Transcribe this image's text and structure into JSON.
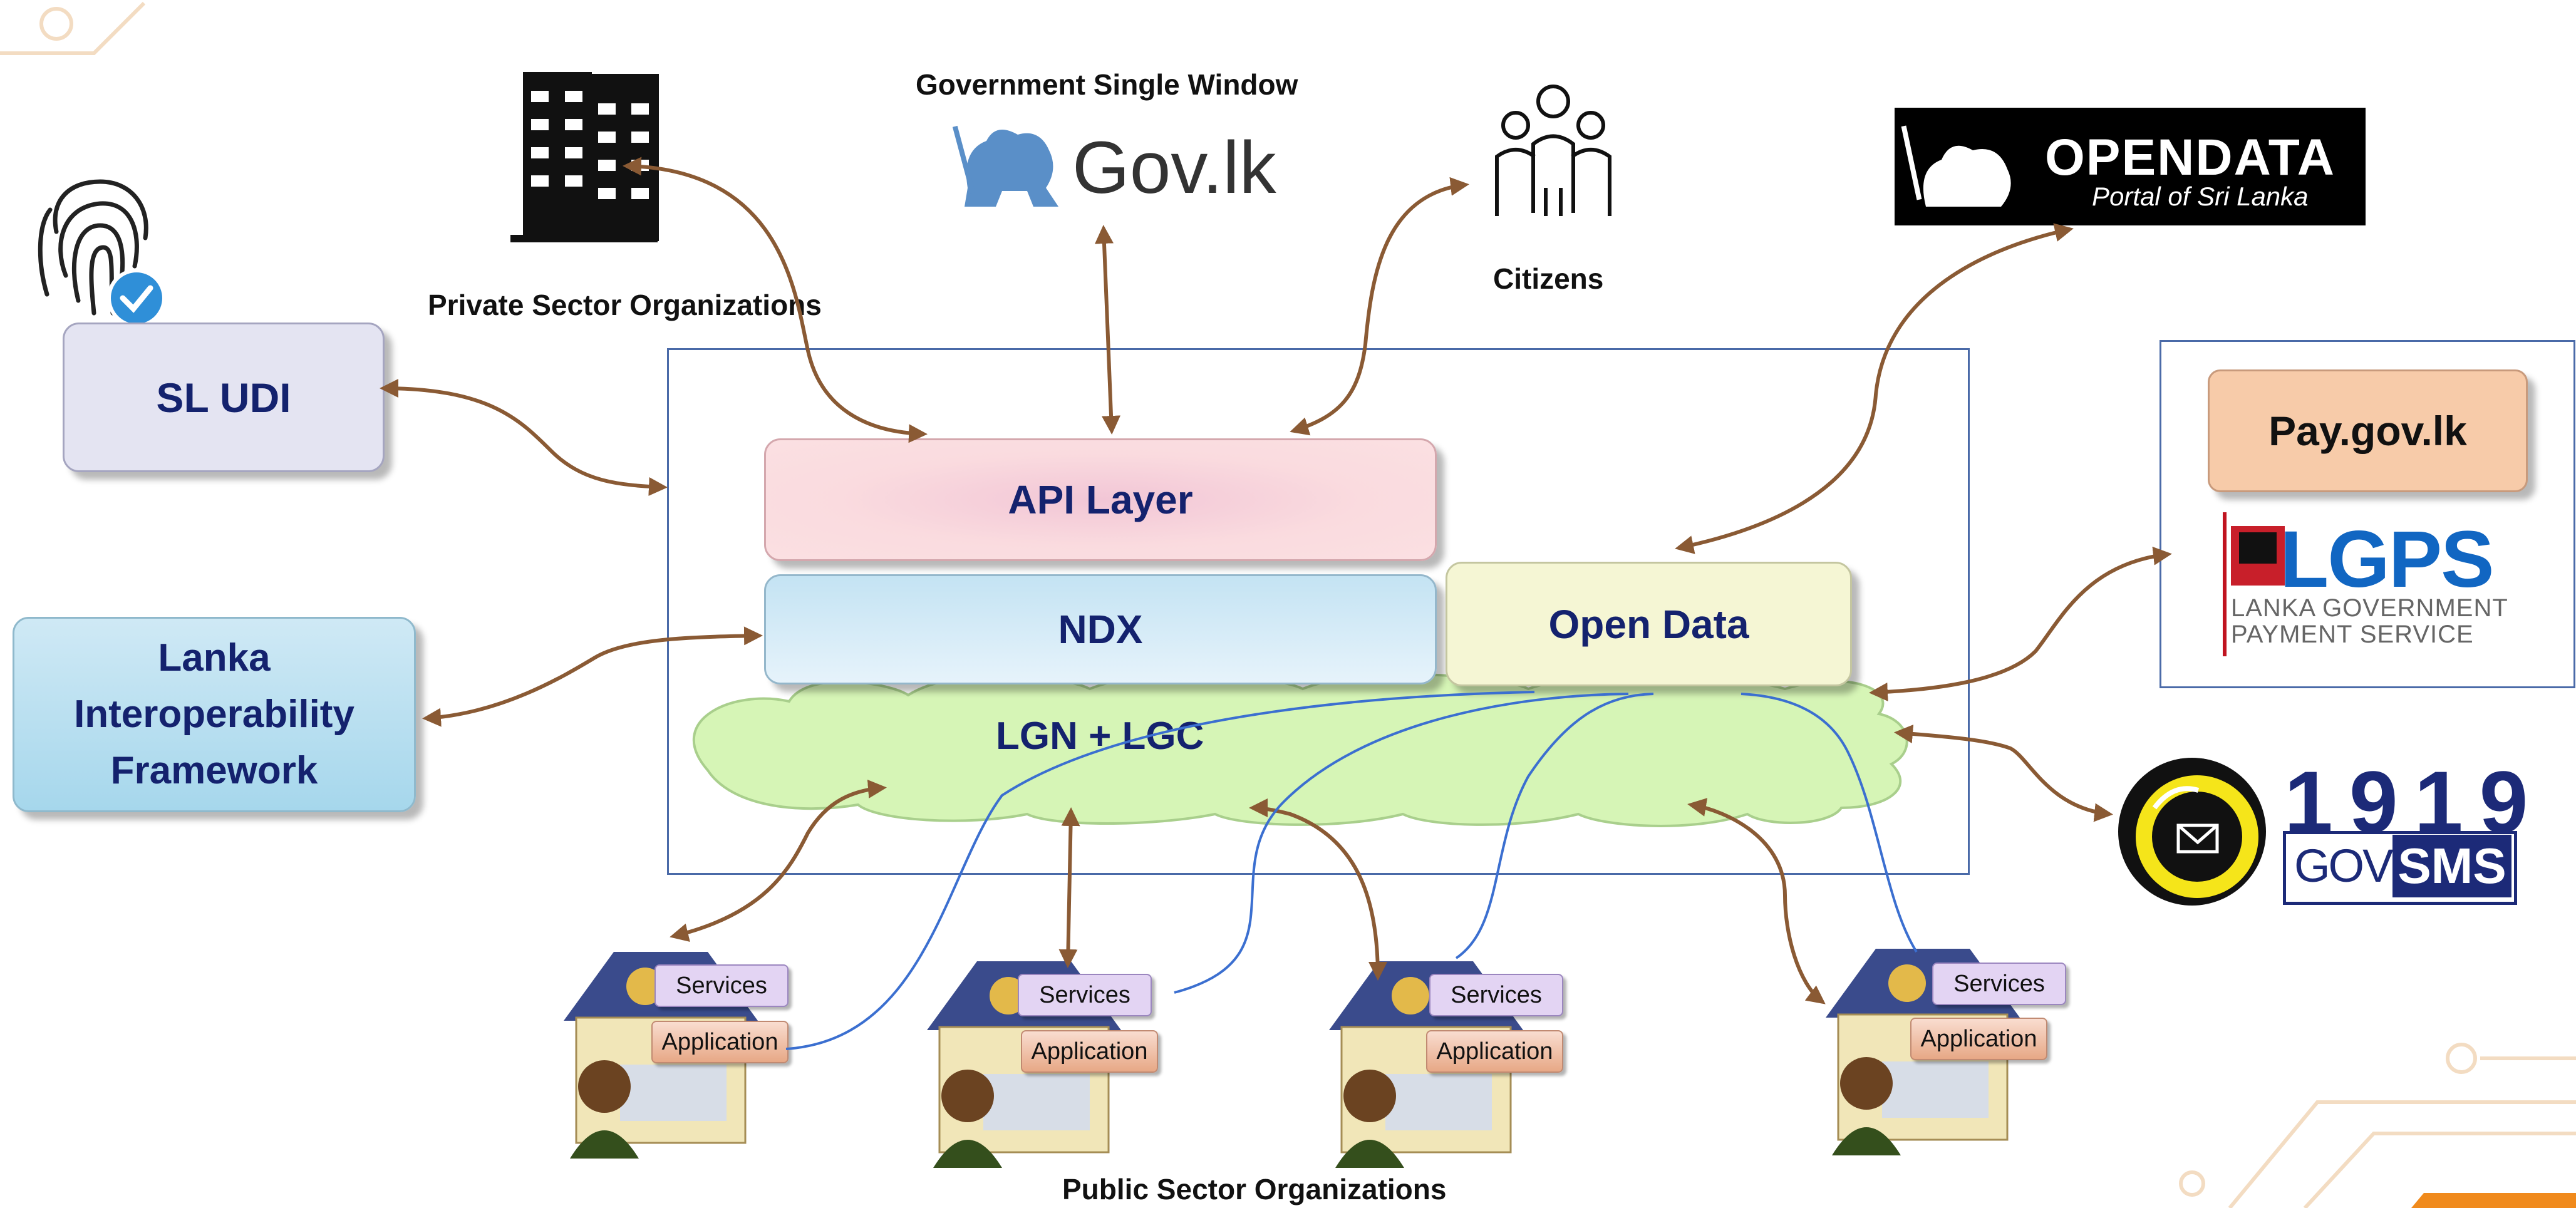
{
  "nodes": {
    "government_single_window": "Government Single Window",
    "gov_lk": "Gov.lk",
    "private_sector": "Private Sector Organizations",
    "citizens": "Citizens",
    "sl_udi": "SL UDI",
    "lanka_interop": [
      "Lanka",
      "Interoperability",
      "Framework"
    ],
    "api_layer": "API Layer",
    "ndx": "NDX",
    "open_data": "Open Data",
    "lgn_lgc": "LGN + LGC",
    "pay_gov": "Pay.gov.lk",
    "public_sector": "Public Sector Organizations"
  },
  "opendata_logo": {
    "title": "OPENDATA",
    "subtitle": "Portal of Sri Lanka"
  },
  "lgps_logo": {
    "title": "LGPS",
    "subtitle_line1": "LANKA GOVERNMENT",
    "subtitle_line2": "PAYMENT SERVICE"
  },
  "gov1919_logo": {
    "number": "1919",
    "gov": "GOV",
    "sms": "SMS"
  },
  "org_units": [
    {
      "services": "Services",
      "application": "Application"
    },
    {
      "services": "Services",
      "application": "Application"
    },
    {
      "services": "Services",
      "application": "Application"
    },
    {
      "services": "Services",
      "application": "Application"
    }
  ],
  "colors": {
    "arrow": "#8a5a34",
    "link_line": "#3b6fd0",
    "frame": "#4a6aa8",
    "label_text": "#14226e",
    "cloud_fill": "#d6f5b6"
  }
}
